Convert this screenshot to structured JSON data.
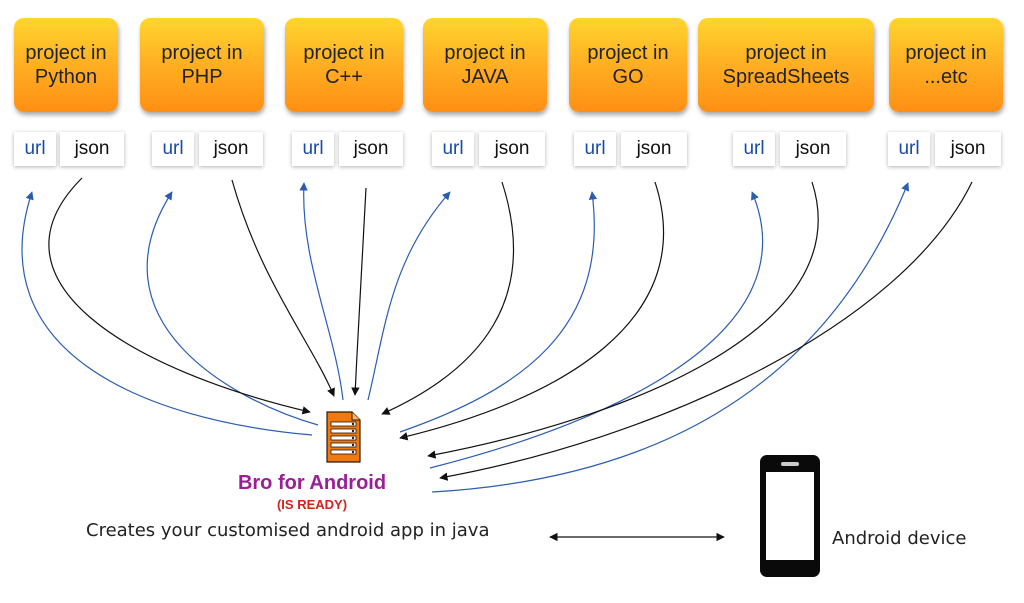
{
  "projects": [
    {
      "label": "project in Python",
      "url": "url",
      "json": "json"
    },
    {
      "label": "project in PHP",
      "url": "url",
      "json": "json"
    },
    {
      "label": "project in C++",
      "url": "url",
      "json": "json"
    },
    {
      "label": "project in JAVA",
      "url": "url",
      "json": "json"
    },
    {
      "label": "project in GO",
      "url": "url",
      "json": "json"
    },
    {
      "label": "project in SpreadSheets",
      "url": "url",
      "json": "json"
    },
    {
      "label": "project in ...etc",
      "url": "url",
      "json": "json"
    }
  ],
  "center": {
    "title": "Bro for Android",
    "status": "(IS READY)",
    "caption": "Creates your customised android app in java",
    "icon": "server-list-icon"
  },
  "device": {
    "label": "Android device",
    "icon": "phone-icon"
  },
  "colors": {
    "url_text": "#1a4aa8",
    "url_arrow": "#2a5db0",
    "json_arrow": "#111111",
    "box_orange": "#ff9f1a",
    "title_purple": "#9b1e98",
    "status_red": "#d2221a"
  }
}
